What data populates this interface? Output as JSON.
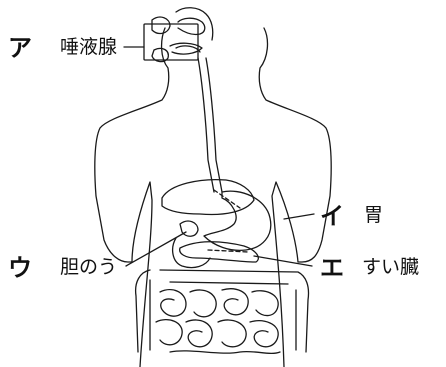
{
  "labels": {
    "a": {
      "marker": "ア",
      "name": "唾液腺"
    },
    "i": {
      "marker": "イ",
      "name": "胃"
    },
    "u": {
      "marker": "ウ",
      "name": "胆のう"
    },
    "e": {
      "marker": "エ",
      "name": "すい臓"
    }
  },
  "colors": {
    "line": "#1a1a1a",
    "background": "#ffffff"
  }
}
